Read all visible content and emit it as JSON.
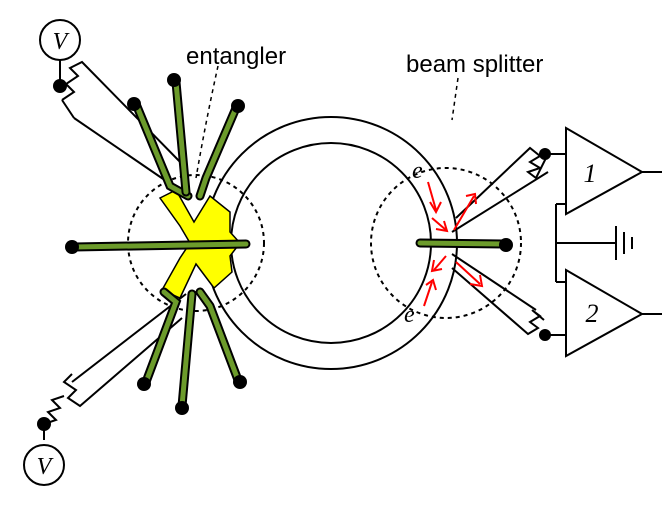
{
  "labels": {
    "entangler": "entangler",
    "beam_splitter": "beam splitter",
    "voltage_top": "V",
    "voltage_bottom": "V",
    "electron_top": "e",
    "electron_bottom": "e",
    "detector_1": "1",
    "detector_2": "2"
  },
  "colors": {
    "gate_fill": "#6c9b2b",
    "dot_region": "#ffff00",
    "arrow": "#ff0000",
    "line": "#000000"
  }
}
